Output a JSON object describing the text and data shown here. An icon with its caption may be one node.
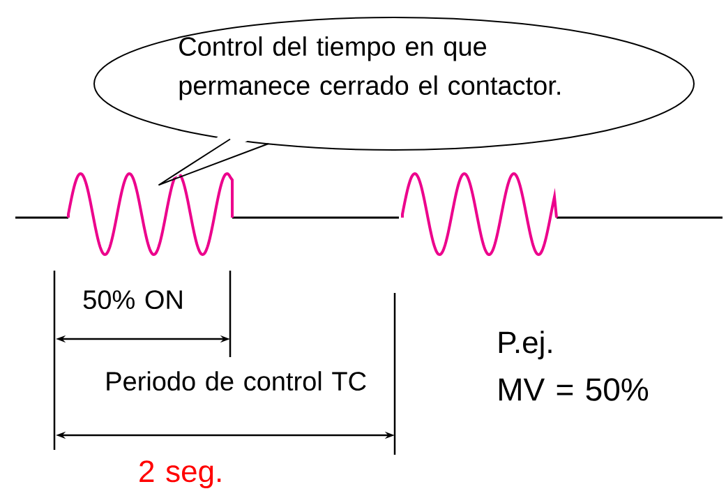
{
  "diagram": {
    "nodes": [
      {
        "text": [
          "Control del tiempo en que permanece cerrado el contactor."
        ]
      }
    ],
    "labels": [
      "50% ON",
      "Periodo de control TC",
      "2 seg.",
      "P.ej.",
      "MV = 50%"
    ]
  }
}
